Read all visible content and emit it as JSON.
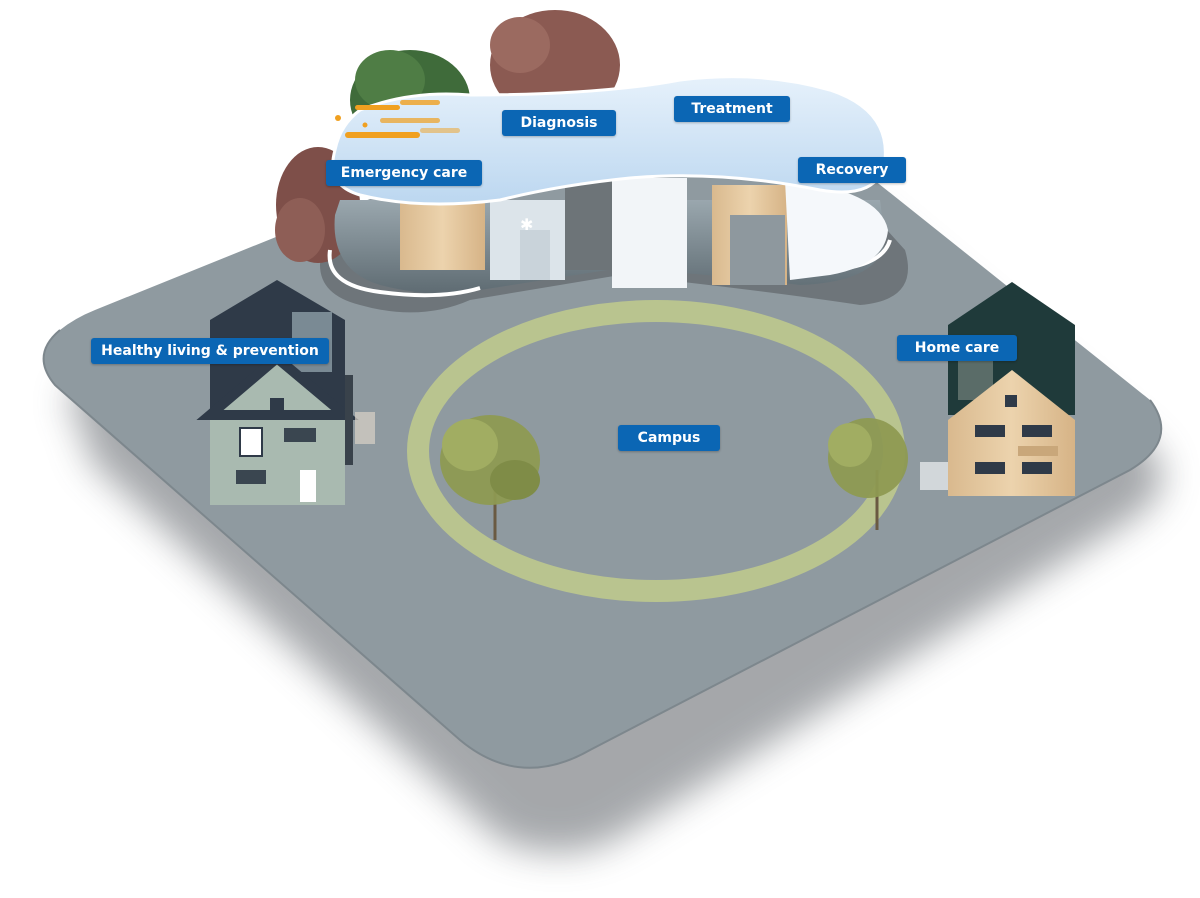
{
  "labels": {
    "emergency_care": "Emergency care",
    "diagnosis": "Diagnosis",
    "treatment": "Treatment",
    "recovery": "Recovery",
    "healthy_living": "Healthy living & prevention",
    "home_care": "Home care",
    "campus": "Campus"
  },
  "colors": {
    "label_bg": "#0b66b4",
    "ground": "#8f9aa0",
    "path": "#b9c48f",
    "hospital_roof": "#cfe4f8",
    "wood": "#e3c7a0",
    "house_left_wall": "#a9bab0",
    "house_dark_roof": "#2f3a48",
    "house_right_roof": "#1f3a3a"
  },
  "icons": [
    "medical-star-icon"
  ]
}
